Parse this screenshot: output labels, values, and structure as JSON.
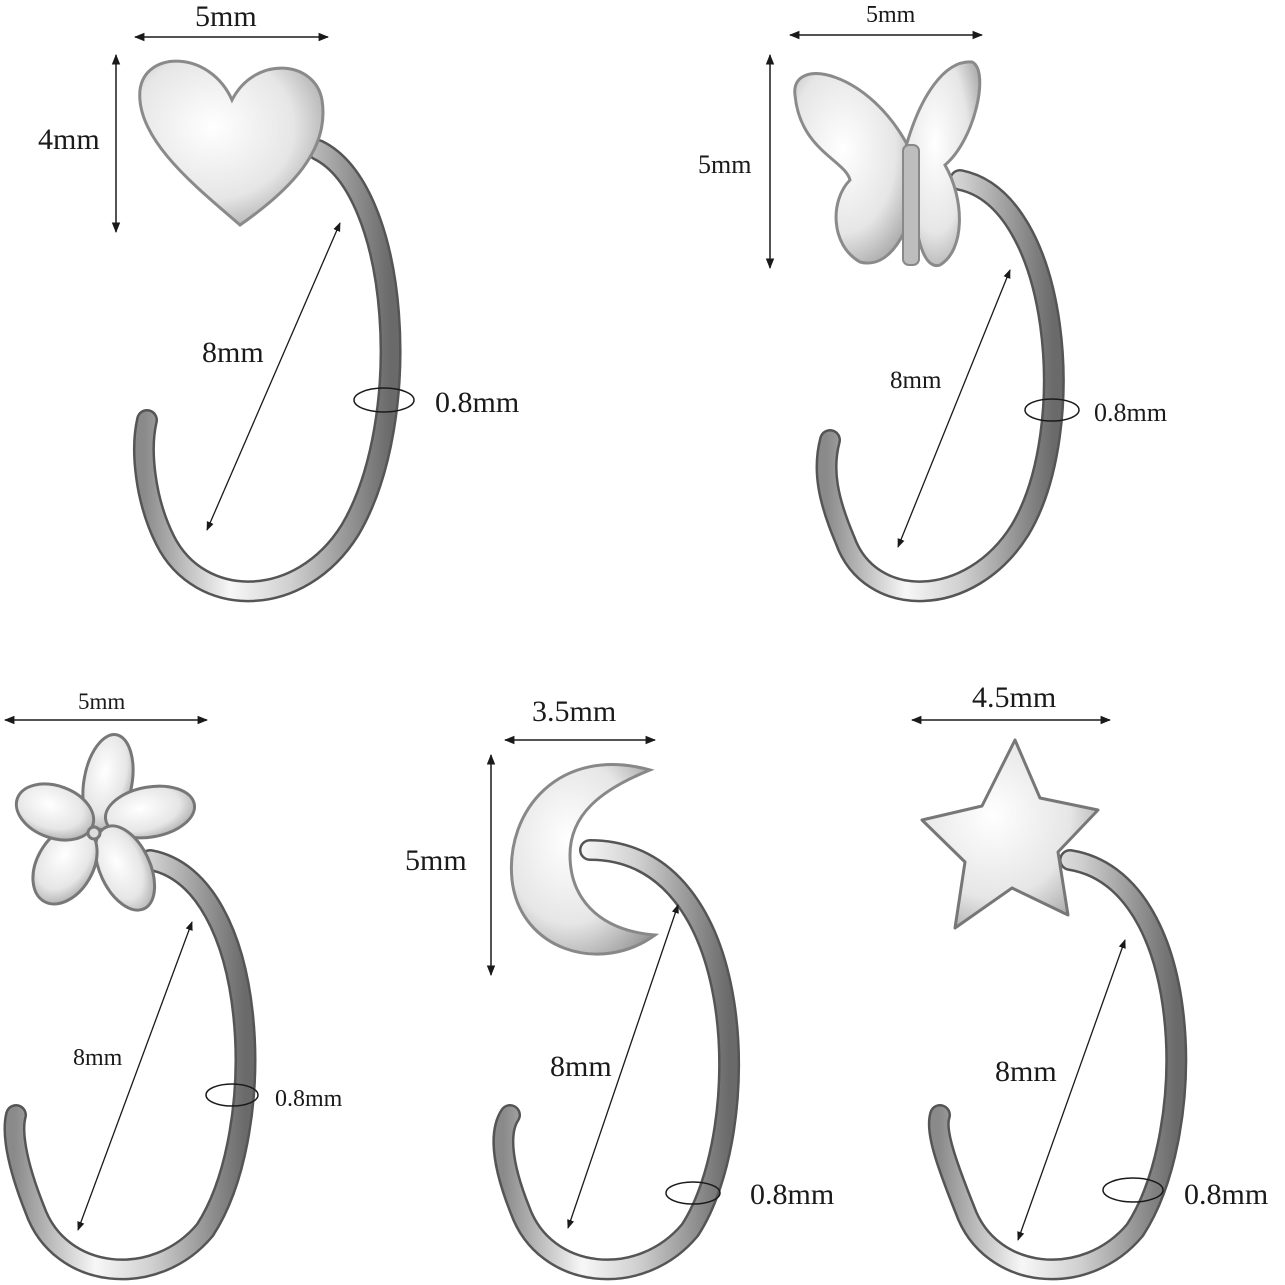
{
  "products": [
    {
      "charm": "heart",
      "icon": "heart-charm-icon",
      "width": "5mm",
      "height": "4mm",
      "diameter": "8mm",
      "thickness": "0.8mm"
    },
    {
      "charm": "butterfly",
      "icon": "butterfly-charm-icon",
      "width": "5mm",
      "height": "5mm",
      "diameter": "8mm",
      "thickness": "0.8mm"
    },
    {
      "charm": "flower",
      "icon": "flower-charm-icon",
      "width": "5mm",
      "diameter": "8mm",
      "thickness": "0.8mm"
    },
    {
      "charm": "moon",
      "icon": "moon-charm-icon",
      "width": "3.5mm",
      "height": "5mm",
      "diameter": "8mm",
      "thickness": "0.8mm"
    },
    {
      "charm": "star",
      "icon": "star-charm-icon",
      "width": "4.5mm",
      "diameter": "8mm",
      "thickness": "0.8mm"
    }
  ],
  "colors": {
    "metal_light": "#f4f4f4",
    "metal_mid": "#c9c9c9",
    "metal_dark": "#6f6f6f",
    "line": "#1a1a1a"
  }
}
